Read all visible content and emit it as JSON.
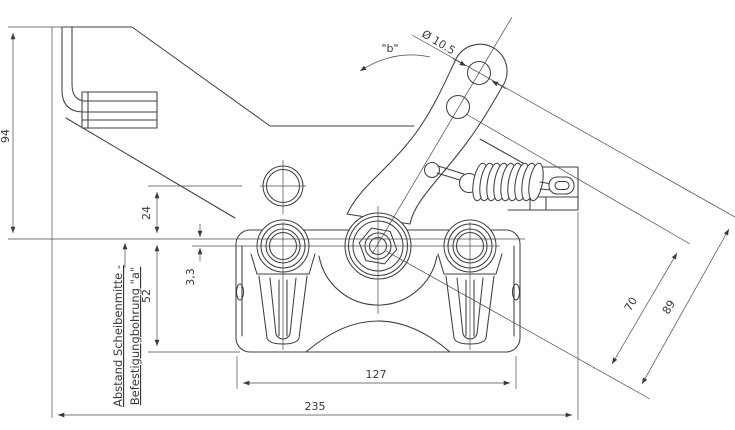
{
  "drawing": {
    "background": "#ffffff",
    "line_color": "#3f3f3f",
    "dimensions": {
      "overall_height": "94",
      "top_offset": "24",
      "center_offset": "3,3",
      "lower_height": "52",
      "mount_width": "127",
      "overall_width": "235",
      "lever_hole_near": "70",
      "lever_hole_far": "89",
      "hole_diameter": "Ø 10.5",
      "angle_label": "\"b\""
    },
    "note": {
      "line1": "Abstand Scheibenmitte -",
      "line2": "Befestigungbohrung \"a\""
    }
  }
}
